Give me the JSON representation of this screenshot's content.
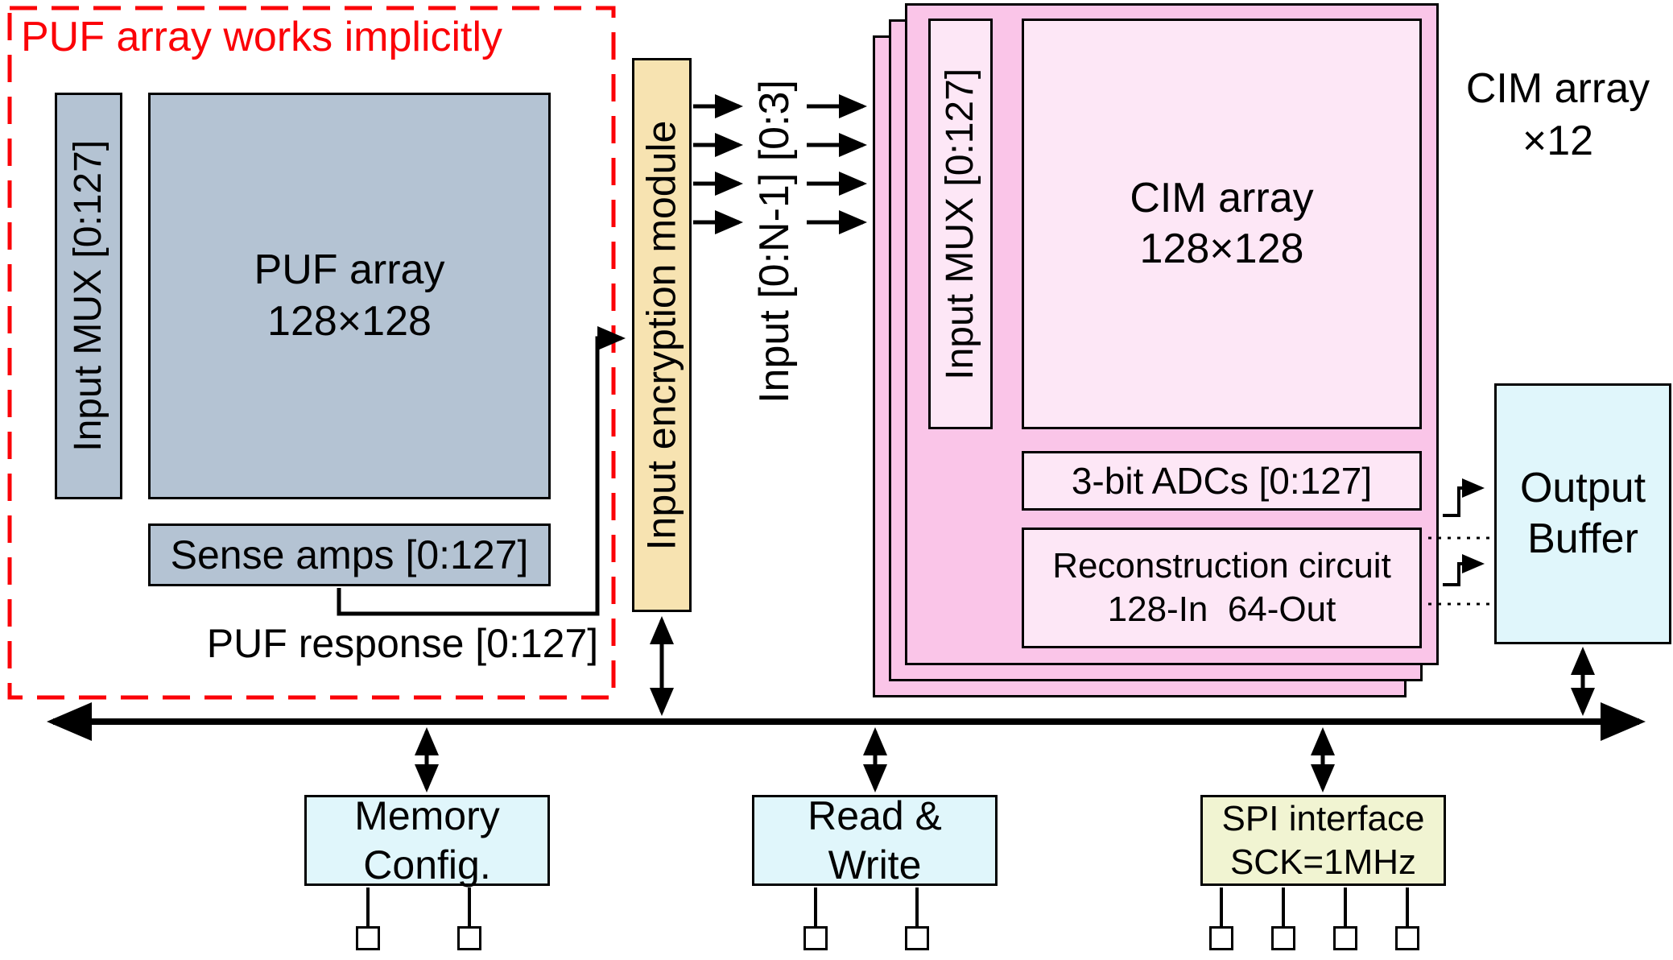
{
  "colors": {
    "gray_box": "#b4c3d3",
    "tan_box": "#f7e3b1",
    "pink_outer": "#fac5e8",
    "pink_inner": "#fde7f6",
    "cyan_box": "#e0f6fb",
    "yellow_box": "#f1f4d2",
    "accent_red": "#fb0207",
    "line_black": "#000000"
  },
  "puf": {
    "title": "PUF array works implicitly",
    "input_mux": "Input MUX [0:127]",
    "array_line1": "PUF array",
    "array_line2": "128×128",
    "sense_amps": "Sense amps [0:127]",
    "response": "PUF response [0:127]"
  },
  "encryption_label": "Input encryption module",
  "input_bus_label": "Input [0:N-1] [0:3]",
  "cim": {
    "count_line1": "CIM array",
    "count_line2": "×12",
    "input_mux": "Input MUX [0:127]",
    "array_line1": "CIM array",
    "array_line2": "128×128",
    "adcs": "3-bit ADCs [0:127]",
    "recon_line1": "Reconstruction circuit",
    "recon_line2": "128-In  64-Out"
  },
  "output_buffer": {
    "line1": "Output",
    "line2": "Buffer"
  },
  "peripherals": {
    "memory_line1": "Memory",
    "memory_line2": "Config.",
    "rw_line1": "Read &",
    "rw_line2": "Write",
    "spi_line1": "SPI interface",
    "spi_line2": "SCK=1MHz"
  }
}
